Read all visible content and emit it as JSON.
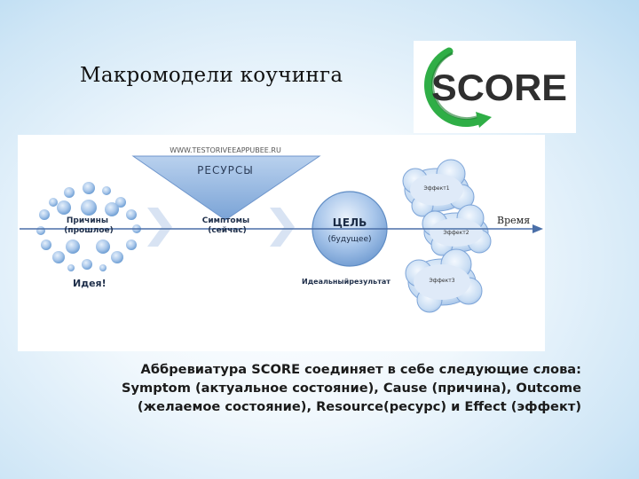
{
  "title": "Макромодели коучинга",
  "logo": {
    "text": "SCORE",
    "ring_color": "#33b84a",
    "text_color": "#333333"
  },
  "diagram": {
    "website": "WWW.TESTORIVEEAPPUBEE.RU",
    "resources_label": "РЕСУРСЫ",
    "causes_label": "Причины\n(прошлое)",
    "symptoms_label": "Симптомы\n(сейчас)",
    "goal_label": "ЦЕЛЬ",
    "goal_sub_label": "(будущее)",
    "time_label": "Время",
    "ideas_label": "Идея!",
    "ideal_result_label": "Идеальныйрезультат",
    "effect_labels": [
      "Эффект1",
      "Эффект2",
      "Эффект3"
    ]
  },
  "caption_lines": [
    "Аббревиатура SCORE соединяет в себе следующие слова:",
    "Symptom (актуальное состояние), Cause (причина), Outcome",
    "(желаемое состояние), Resource(ресурс) и Effect (эффект)"
  ],
  "colors": {
    "accent_blue": "#6f9fd4",
    "bubble_blue": "#8fb6e4",
    "arrow_line": "#4a6fa8"
  }
}
